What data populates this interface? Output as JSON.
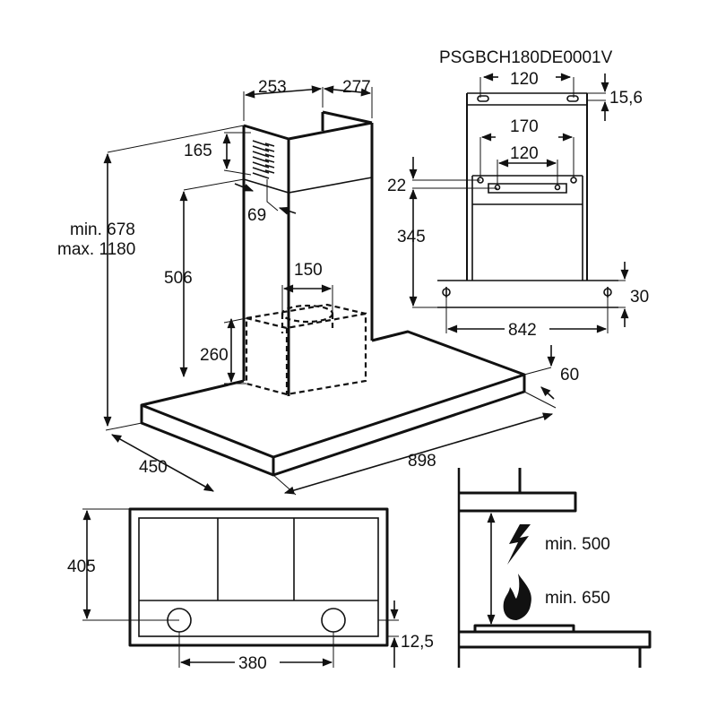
{
  "model_code": "PSGBCH180DE0001V",
  "hood_view": {
    "chimney_width": "253",
    "chimney_depth": "277",
    "vent_height": "165",
    "vent_offset": "69",
    "height_min": "min. 678",
    "height_max": "max. 1180",
    "height_506": "506",
    "duct_diameter": "150",
    "motor_height": "260",
    "canopy_thickness": "60",
    "canopy_depth": "450",
    "canopy_width": "898"
  },
  "bracket_view": {
    "top_holes": "120",
    "top_offset": "15,6",
    "outer_holes": "170",
    "inner_holes": "120",
    "hole_offset": "22",
    "height": "345",
    "bottom_offset": "30",
    "bottom_holes": "842"
  },
  "bottom_view": {
    "depth": "405",
    "light_spacing": "380",
    "light_offset": "12,5"
  },
  "clearance_view": {
    "electric_label": "min. 500",
    "gas_label": "min. 650"
  }
}
